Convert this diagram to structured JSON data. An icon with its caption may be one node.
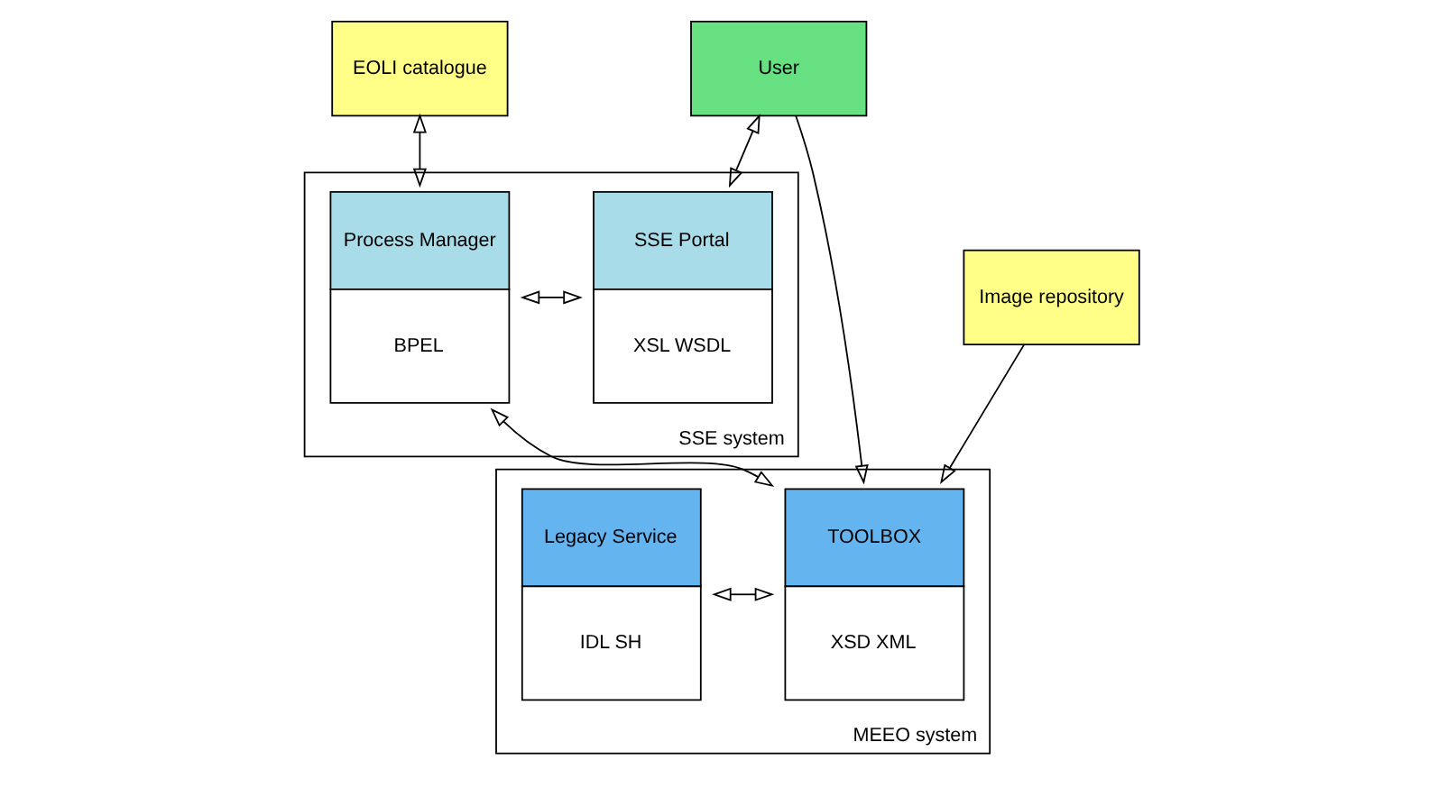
{
  "diagram": {
    "nodes": [
      {
        "text": [
          "User"
        ]
      },
      {
        "text": [
          "EOLI catalogue"
        ]
      },
      {
        "text": [
          "Image repository"
        ]
      },
      {
        "text": [
          "SSE system"
        ]
      },
      {
        "text": [
          "SSE Portal",
          "XSL WSDL"
        ],
        "in": 3
      },
      {
        "text": [
          "Process Manager",
          "BPEL"
        ],
        "in": 3
      },
      {
        "text": [
          "MEEO system"
        ]
      },
      {
        "text": [
          "TOOLBOX",
          "XSD XML"
        ],
        "in": 6
      },
      {
        "text": [
          "Legacy Service",
          "IDL SH"
        ],
        "in": 6
      }
    ],
    "edges": [
      {
        "from": 0,
        "to": 4,
        "arrow": "both"
      },
      {
        "from": 1,
        "to": 5,
        "arrow": "both"
      },
      {
        "from": 2,
        "to": 7,
        "arrow": "to"
      },
      {
        "from": 0,
        "to": 7,
        "arrow": "to"
      },
      {
        "from": 4,
        "to": 5,
        "arrow": "both"
      },
      {
        "from": 5,
        "to": 7,
        "arrow": "both"
      },
      {
        "from": 7,
        "to": 8,
        "arrow": "both"
      }
    ]
  }
}
